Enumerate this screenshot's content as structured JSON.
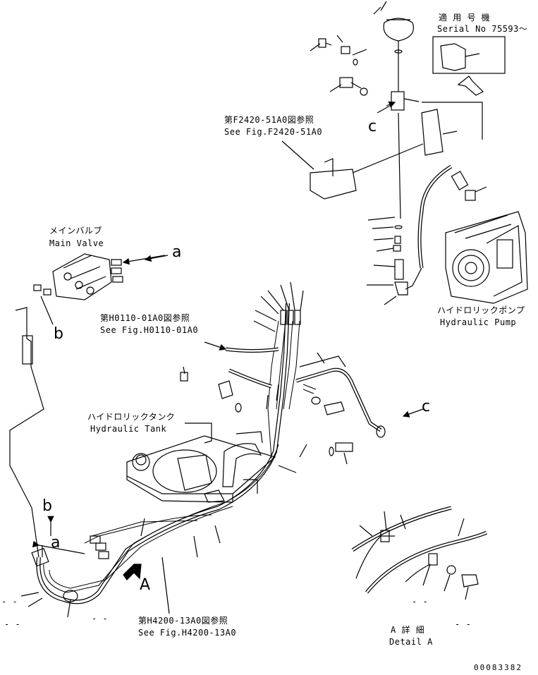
{
  "labels": {
    "applicable_jp": "適 用 号 機",
    "serial": "Serial No 75593～",
    "ref_f2420_jp": "第F2420-51A0図参照",
    "ref_f2420_en": "See Fig.F2420-51A0",
    "main_valve_jp": "メインバルブ",
    "main_valve_en": "Main Valve",
    "ref_h0110_jp": "第H0110-01A0図参照",
    "ref_h0110_en": "See Fig.H0110-01A0",
    "hyd_tank_jp": "ハイドロリックタンク",
    "hyd_tank_en": "Hydraulic Tank",
    "hyd_pump_jp": "ハイドロリックポンプ",
    "hyd_pump_en": "Hydraulic Pump",
    "ref_h4200_jp": "第H4200-13A0図参照",
    "ref_h4200_en": "See Fig.H4200-13A0",
    "detail_jp": "A 詳 細",
    "detail_en": "Detail A",
    "part_number": "00083382"
  },
  "callouts": {
    "a_top": "a",
    "b_left": "b",
    "c_top": "c",
    "c_right": "c",
    "b_lower": "b",
    "a_lower": "a",
    "A_view": "A",
    "dash_1": "- -",
    "dash_2": "- -",
    "dash_3": "- -",
    "dash_4": "- -"
  }
}
